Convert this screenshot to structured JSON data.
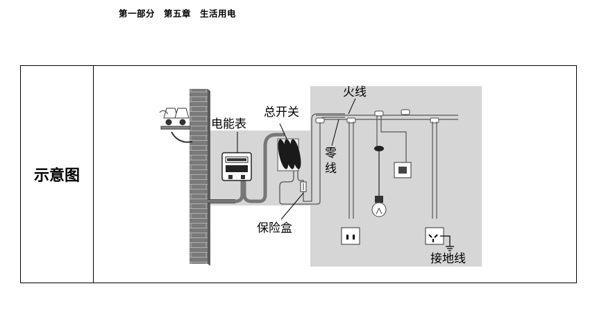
{
  "header": {
    "title": "第一部分　第五章　生活用电"
  },
  "table": {
    "row_label": "示意图"
  },
  "diagram": {
    "labels": {
      "meter": "电能表",
      "main_switch": "总开关",
      "live_wire": "火线",
      "neutral_wire_1": "零",
      "neutral_wire_2": "线",
      "fuse_box": "保险盒",
      "ground_wire": "接地线"
    }
  }
}
